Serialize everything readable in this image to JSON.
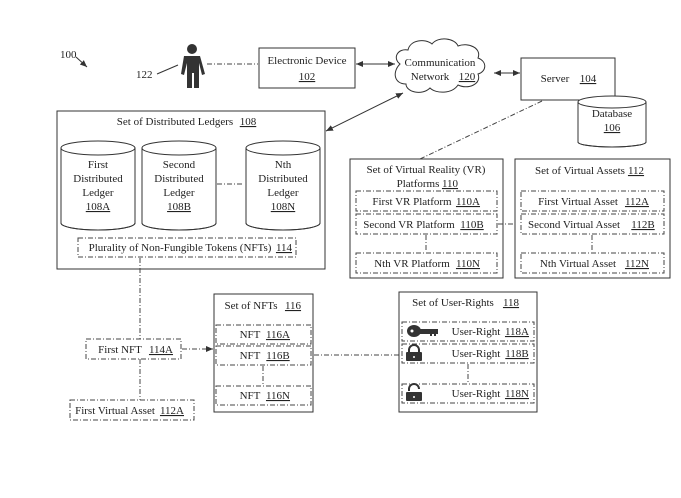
{
  "figure": {
    "ref": "100",
    "user_ref": "122"
  },
  "electronic_device": {
    "label": "Electronic Device",
    "ref": "102"
  },
  "network": {
    "line1": "Communication",
    "line2": "Network",
    "ref": "120"
  },
  "server": {
    "label": "Server",
    "ref": "104"
  },
  "database": {
    "label": "Database",
    "ref": "106"
  },
  "ledgers": {
    "title": "Set of Distributed Ledgers",
    "ref": "108",
    "items": [
      {
        "l1": "First",
        "l2": "Distributed",
        "l3": "Ledger",
        "ref": "108A"
      },
      {
        "l1": "Second",
        "l2": "Distributed",
        "l3": "Ledger",
        "ref": "108B"
      },
      {
        "l1": "Nth",
        "l2": "Distributed",
        "l3": "Ledger",
        "ref": "108N"
      }
    ],
    "nfts": {
      "label": "Plurality of Non-Fungible Tokens (NFTs)",
      "ref": "114"
    }
  },
  "vr_platforms": {
    "title_line1": "Set of Virtual Reality (VR)",
    "title_line2": "Platforms",
    "ref": "110",
    "items": [
      {
        "label": "First VR Platform",
        "ref": "110A"
      },
      {
        "label": "Second VR Platform",
        "ref": "110B"
      },
      {
        "label": "Nth VR Platform",
        "ref": "110N"
      }
    ]
  },
  "virtual_assets": {
    "title": "Set of Virtual Assets",
    "ref": "112",
    "items": [
      {
        "label": "First Virtual Asset",
        "ref": "112A"
      },
      {
        "label": "Second Virtual Asset",
        "ref": "112B"
      },
      {
        "label": "Nth Virtual Asset",
        "ref": "112N"
      }
    ]
  },
  "first_nft": {
    "label": "First NFT",
    "ref": "114A"
  },
  "first_virtual_asset": {
    "label": "First Virtual Asset",
    "ref": "112A"
  },
  "nft_set": {
    "title": "Set of NFTs",
    "ref": "116",
    "items": [
      {
        "label": "NFT",
        "ref": "116A"
      },
      {
        "label": "NFT",
        "ref": "116B"
      },
      {
        "label": "NFT",
        "ref": "116N"
      }
    ]
  },
  "user_rights": {
    "title": "Set of User-Rights",
    "ref": "118",
    "items": [
      {
        "label": "User-Right",
        "ref": "118A",
        "icon": "key-icon"
      },
      {
        "label": "User-Right",
        "ref": "118B",
        "icon": "lock-closed-icon"
      },
      {
        "label": "User-Right",
        "ref": "118N",
        "icon": "lock-open-icon"
      }
    ]
  }
}
